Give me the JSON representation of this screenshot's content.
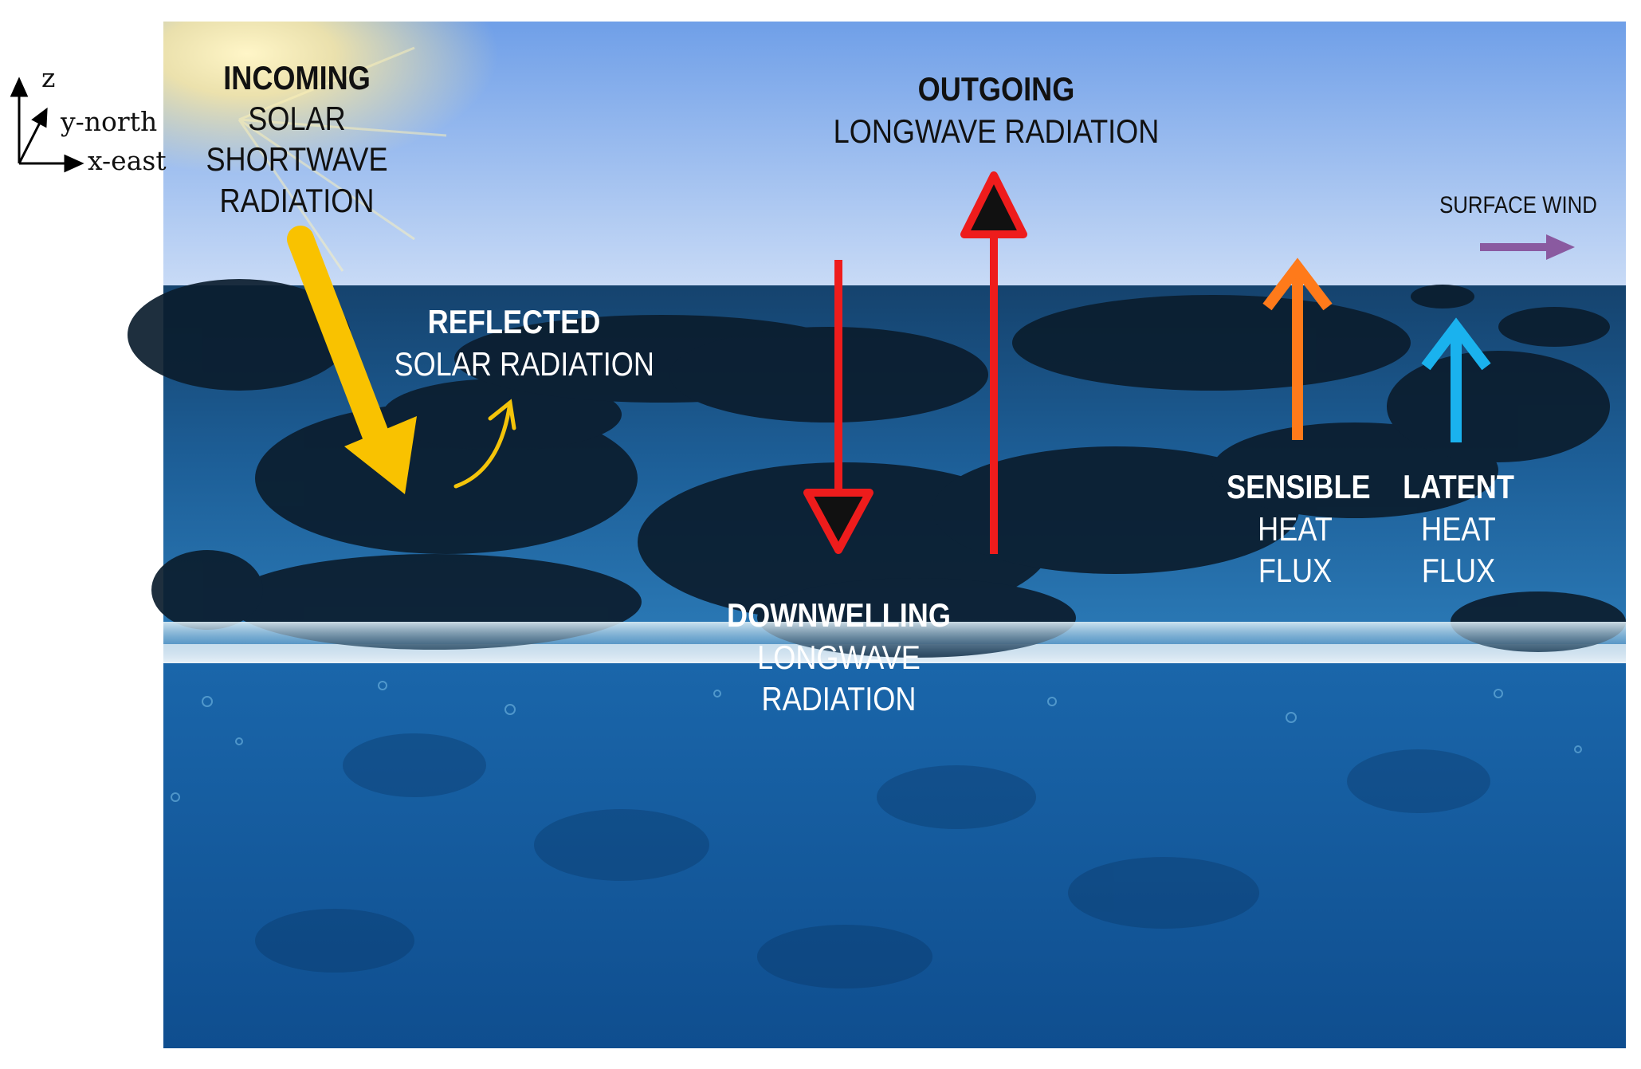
{
  "axes": {
    "z": "z",
    "y": "y-north",
    "x": "x-east"
  },
  "labels": {
    "incoming": {
      "bold": "INCOMING",
      "lines": [
        "SOLAR",
        "SHORTWAVE",
        "RADIATION"
      ]
    },
    "outgoing": {
      "bold": "OUTGOING",
      "lines": [
        "LONGWAVE RADIATION"
      ]
    },
    "reflected": {
      "bold": "REFLECTED",
      "lines": [
        "SOLAR RADIATION"
      ]
    },
    "downwelling": {
      "bold": "DOWNWELLING",
      "lines": [
        "LONGWAVE",
        "RADIATION"
      ]
    },
    "sensible": {
      "bold": "SENSIBLE",
      "lines": [
        "HEAT",
        "FLUX"
      ]
    },
    "latent": {
      "bold": "LATENT",
      "lines": [
        "HEAT",
        "FLUX"
      ]
    },
    "wind": "SURFACE WIND"
  },
  "colors": {
    "shortwave": "#f9c200",
    "longwave": "#ee1c1c",
    "sensible": "#ff7a1a",
    "latent": "#1ab2ee",
    "wind": "#8a5aa0",
    "sky_top": "#6f9fe8",
    "sky_bottom": "#c9dbf6",
    "ocean_surface": "#1d5f98",
    "ocean_deep": "#0f4e8f"
  }
}
